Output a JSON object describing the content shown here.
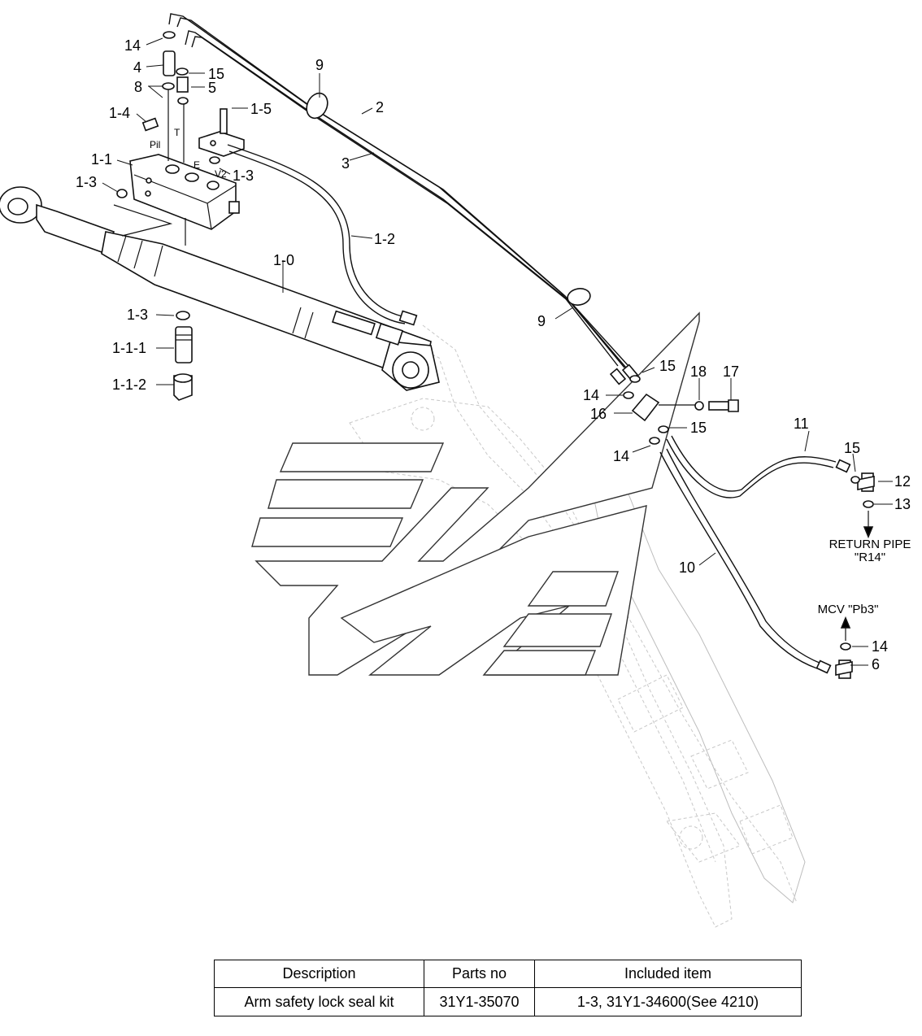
{
  "callouts": {
    "c14a": "14",
    "c4": "4",
    "c15a": "15",
    "c8": "8",
    "c5": "5",
    "c1_4": "1-4",
    "c1_5": "1-5",
    "c1_1": "1-1",
    "c1_3a": "1-3",
    "c1_3b": "1-3",
    "c9a": "9",
    "c2": "2",
    "c3": "3",
    "c1_2": "1-2",
    "c1_0": "1-0",
    "c1_3c": "1-3",
    "c1_1_1": "1-1-1",
    "c1_1_2": "1-1-2",
    "c9b": "9",
    "c15b": "15",
    "c18": "18",
    "c17": "17",
    "c14b": "14",
    "c16": "16",
    "c15c": "15",
    "c14c": "14",
    "c11": "11",
    "c15d": "15",
    "c12": "12",
    "c13": "13",
    "c10": "10",
    "c14d": "14",
    "c6": "6"
  },
  "port_labels": {
    "T": "T",
    "E": "E",
    "V2": "V2",
    "Pil": "Pil"
  },
  "notes": {
    "return_pipe_line1": "RETURN PIPE",
    "return_pipe_line2": "\"R14\"",
    "mcv": "MCV  \"Pb3\""
  },
  "table": {
    "headers": [
      "Description",
      "Parts no",
      "Included item"
    ],
    "rows": [
      [
        "Arm safety lock seal kit",
        "31Y1-35070",
        "1-3, 31Y1-34600(See 4210)"
      ]
    ]
  }
}
